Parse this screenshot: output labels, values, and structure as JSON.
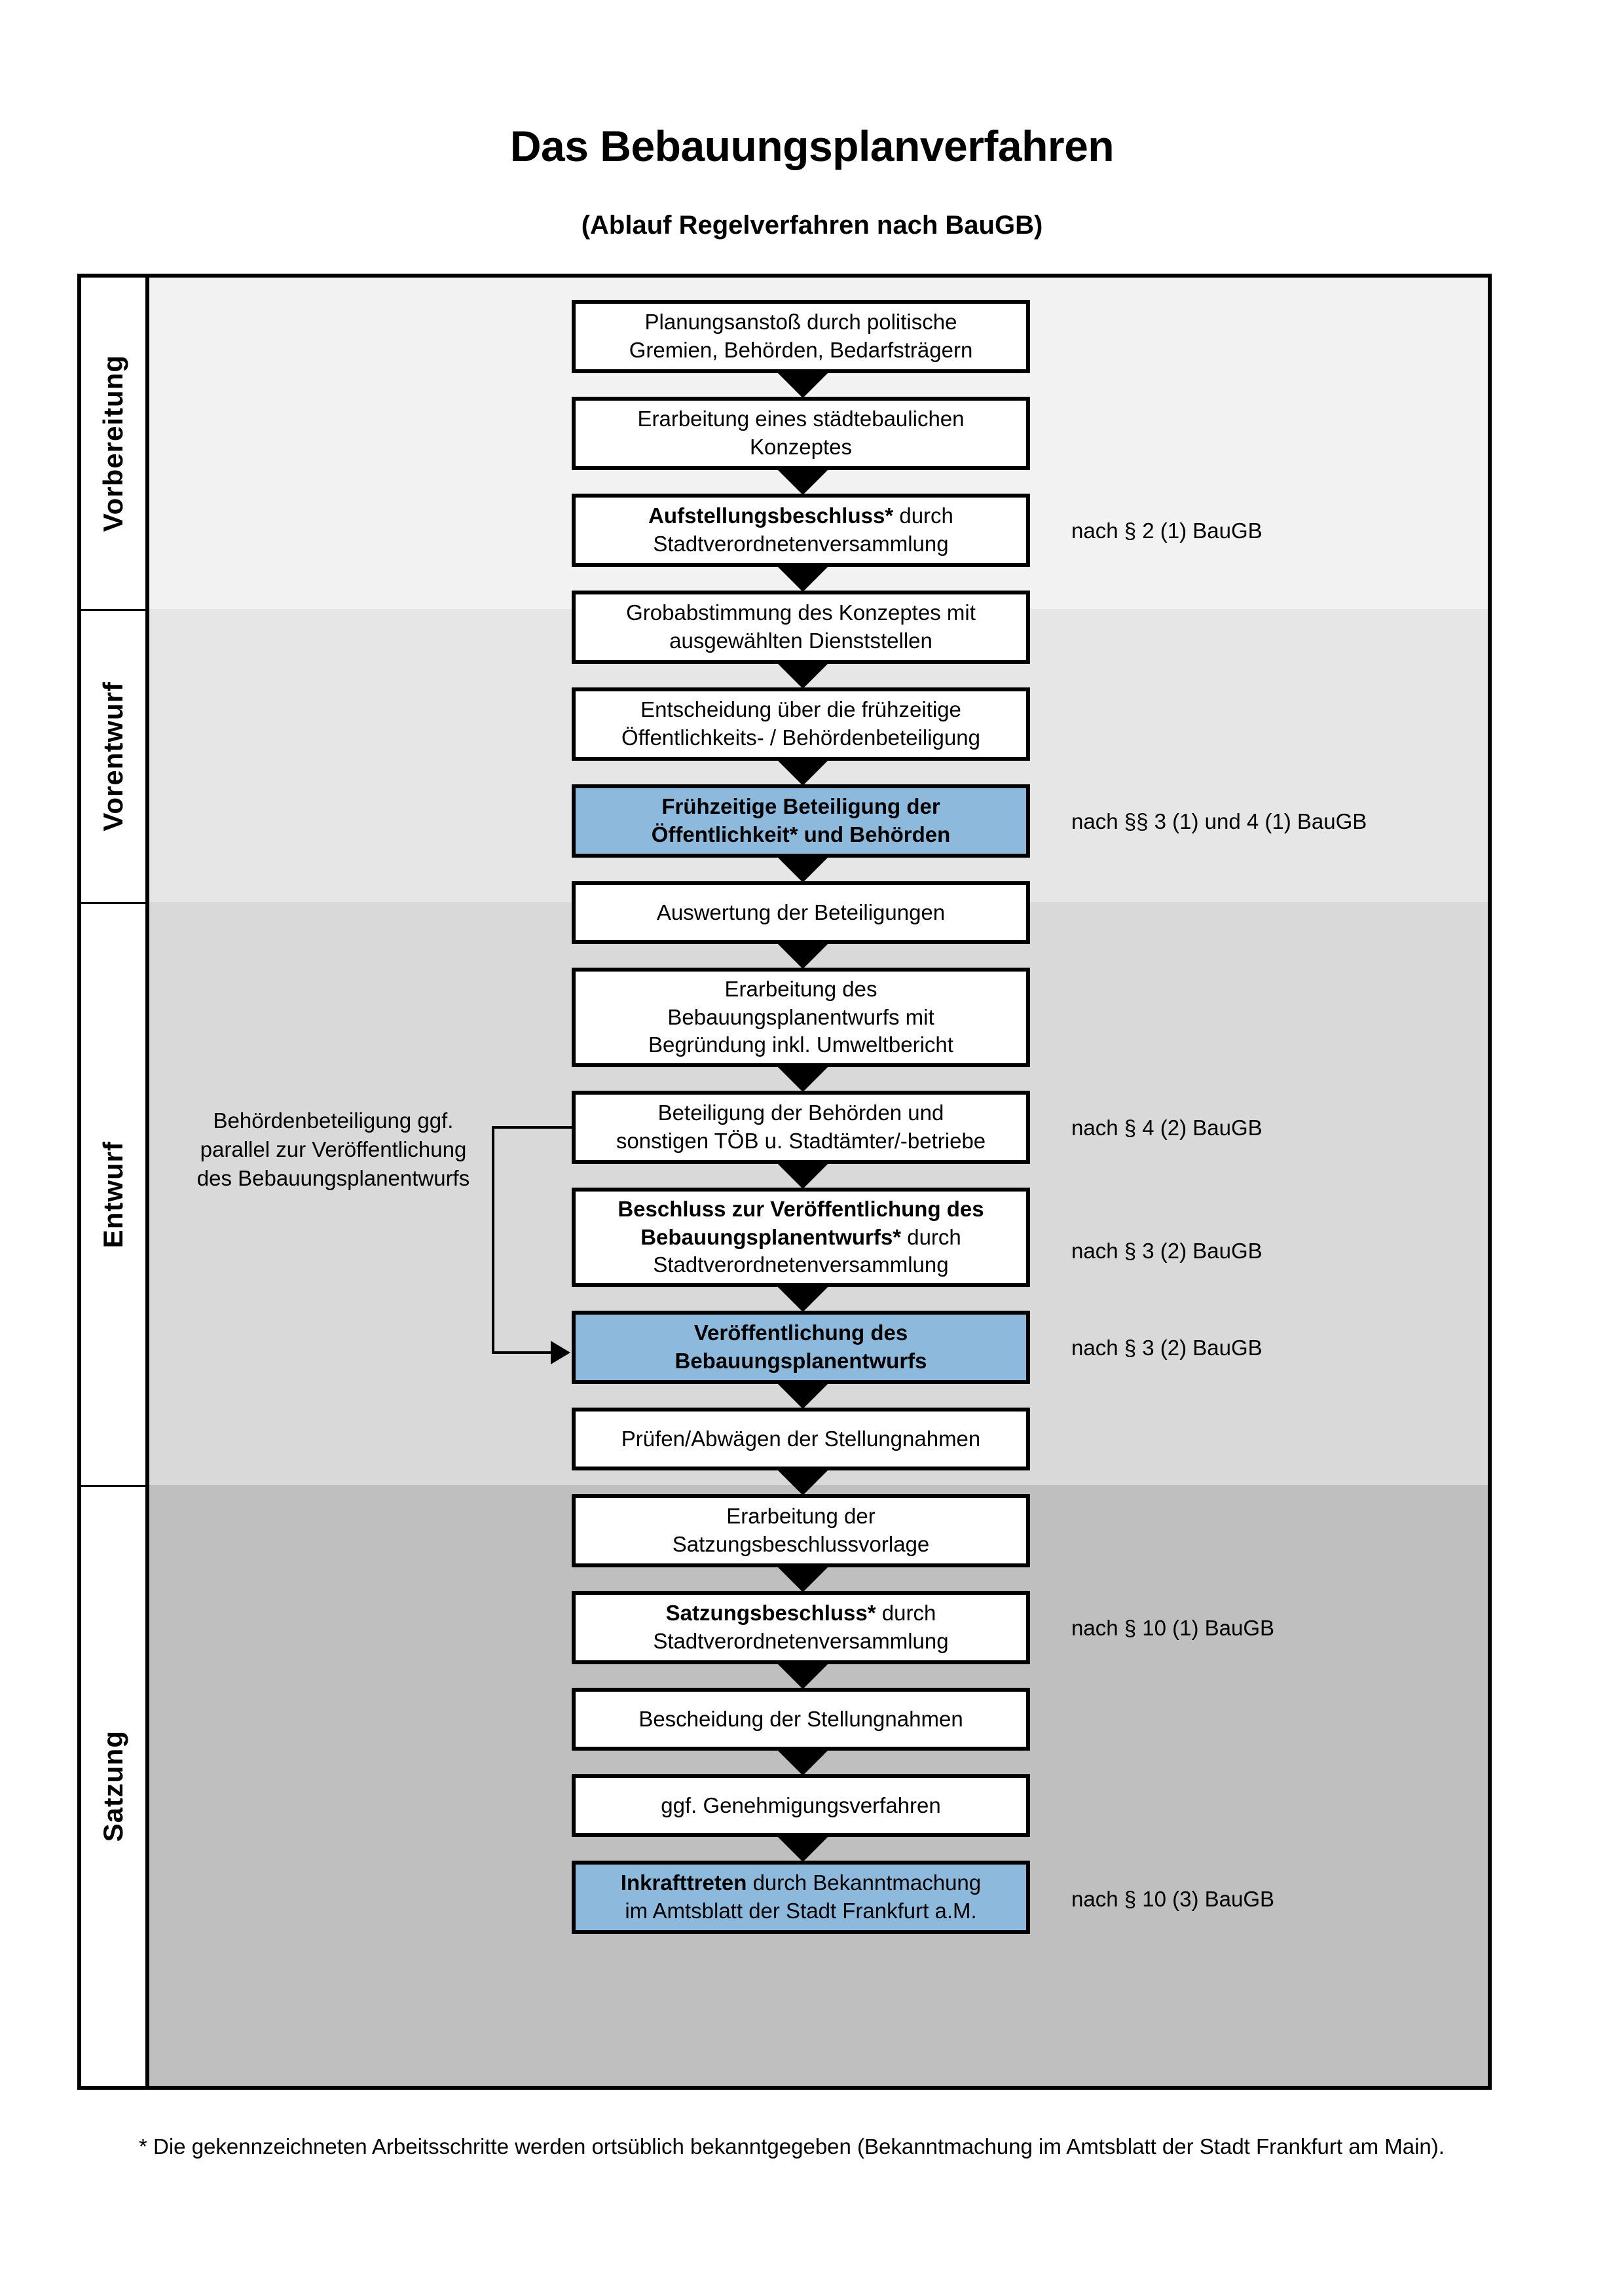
{
  "document": {
    "title": "Das Bebauungsplanverfahren",
    "subtitle": "(Ablauf Regelverfahren nach BauGB)",
    "footnote": "* Die gekennzeichneten Arbeitsschritte werden ortsüblich bekanntgegeben (Bekanntmachung im Amtsblatt  der Stadt Frankfurt am Main)."
  },
  "colors": {
    "highlight_box": "#8db9dd",
    "band_vorbereitung": "#f2f2f2",
    "band_vorentwurf": "#e6e6e6",
    "band_entwurf": "#d9d9d9",
    "band_satzung": "#bfbfbf",
    "border": "#000000"
  },
  "phases": [
    {
      "label": "Vorbereitung"
    },
    {
      "label": "Vorentwurf"
    },
    {
      "label": "Entwurf"
    },
    {
      "label": "Satzung"
    }
  ],
  "side_note": "Behördenbeteiligung ggf. parallel zur Veröffentlichung des Bebauungsplanentwurfs",
  "steps": [
    {
      "id": "planungsanstoss",
      "phase": "Vorbereitung",
      "highlight": false,
      "line1": "Planungsanstoß durch politische",
      "line2": "Gremien, Behörden, Bedarfsträgern",
      "line3": ""
    },
    {
      "id": "staedtebau-konzept",
      "phase": "Vorbereitung",
      "highlight": false,
      "line1": "Erarbeitung eines städtebaulichen",
      "line2": "Konzeptes",
      "line3": ""
    },
    {
      "id": "aufstellungsbeschluss",
      "phase": "Vorbereitung",
      "highlight": false,
      "bold1": "Aufstellungsbeschluss*",
      "line1": " durch",
      "line2": "Stadtverordnetenversammlung",
      "line3": ""
    },
    {
      "id": "grobabstimmung",
      "phase": "Vorentwurf",
      "highlight": false,
      "line1": "Grobabstimmung des Konzeptes mit",
      "line2": "ausgewählten Dienststellen",
      "line3": ""
    },
    {
      "id": "entscheidung-fruehz",
      "phase": "Vorentwurf",
      "highlight": false,
      "line1": "Entscheidung über die frühzeitige",
      "line2": "Öffentlichkeits- / Behördenbeteiligung",
      "line3": ""
    },
    {
      "id": "fruehzeitige-beteil",
      "phase": "Vorentwurf",
      "highlight": true,
      "bold1": "Frühzeitige Beteiligung der",
      "bold2": "Öffentlichkeit* und Behörden",
      "line3": ""
    },
    {
      "id": "auswertung",
      "phase": "Entwurf",
      "highlight": false,
      "line1": "Auswertung der Beteiligungen",
      "line2": "",
      "line3": ""
    },
    {
      "id": "erarbeitung-entwurf",
      "phase": "Entwurf",
      "highlight": false,
      "line1": "Erarbeitung des",
      "line2": "Bebauungsplanentwurfs mit",
      "line3": "Begründung inkl. Umweltbericht"
    },
    {
      "id": "beteiligung-behoerden",
      "phase": "Entwurf",
      "highlight": false,
      "line1": "Beteiligung der Behörden und",
      "line2": "sonstigen TÖB u. Stadtämter/-betriebe",
      "line3": ""
    },
    {
      "id": "beschluss-veroeff",
      "phase": "Entwurf",
      "highlight": false,
      "bold1": "Beschluss zur Veröffentlichung des",
      "bold2": "Bebauungsplanentwurfs*",
      "line2b": " durch",
      "line3": "Stadtverordnetenversammlung"
    },
    {
      "id": "veroeffentlichung",
      "phase": "Entwurf",
      "highlight": true,
      "bold1": "Veröffentlichung des",
      "bold2": "Bebauungsplanentwurfs",
      "line3": ""
    },
    {
      "id": "pruefen-abwaegen",
      "phase": "Satzung",
      "highlight": false,
      "line1": "Prüfen/Abwägen der Stellungnahmen",
      "line2": "",
      "line3": ""
    },
    {
      "id": "satzungsvorlage",
      "phase": "Satzung",
      "highlight": false,
      "line1": "Erarbeitung der",
      "line2": "Satzungsbeschlussvorlage",
      "line3": ""
    },
    {
      "id": "satzungsbeschluss",
      "phase": "Satzung",
      "highlight": false,
      "bold1": "Satzungsbeschluss*",
      "line1": " durch",
      "line2": "Stadtverordnetenversammlung",
      "line3": ""
    },
    {
      "id": "bescheidung",
      "phase": "Satzung",
      "highlight": false,
      "line1": "Bescheidung der Stellungnahmen",
      "line2": "",
      "line3": ""
    },
    {
      "id": "genehmigungsverfahren",
      "phase": "Satzung",
      "highlight": false,
      "line1": "ggf. Genehmigungsverfahren",
      "line2": "",
      "line3": ""
    },
    {
      "id": "inkrafttreten",
      "phase": "Satzung",
      "highlight": true,
      "bold1": "Inkrafttreten",
      "line1": " durch Bekanntmachung",
      "line2": "im Amtsblatt der Stadt Frankfurt a.M.",
      "line3": ""
    }
  ],
  "legal_references": [
    {
      "id": "ref-aufstellungsbeschluss",
      "text": "nach § 2 (1) BauGB"
    },
    {
      "id": "ref-fruehzeitige",
      "text": "nach §§ 3 (1) und 4 (1) BauGB"
    },
    {
      "id": "ref-behoerdenbeteiligung",
      "text": "nach § 4 (2) BauGB"
    },
    {
      "id": "ref-beschluss-veroeff",
      "text": "nach § 3 (2) BauGB"
    },
    {
      "id": "ref-veroeffentlichung",
      "text": "nach § 3 (2) BauGB"
    },
    {
      "id": "ref-satzungsbeschluss",
      "text": "nach § 10 (1) BauGB"
    },
    {
      "id": "ref-inkrafttreten",
      "text": "nach § 10 (3) BauGB"
    }
  ]
}
